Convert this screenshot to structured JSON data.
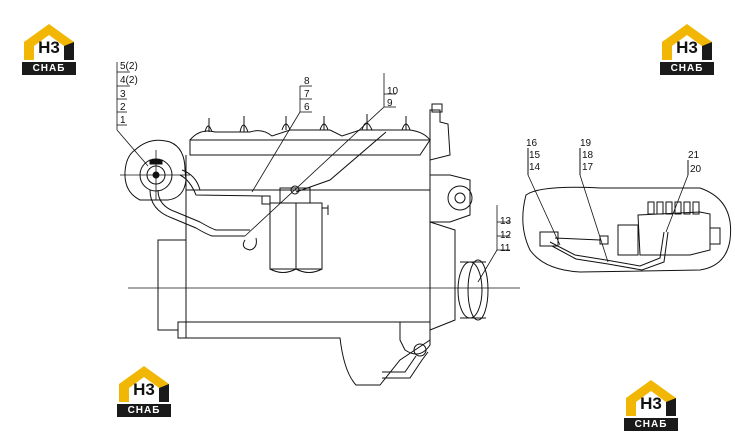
{
  "logo": {
    "mark": "H3",
    "brand": "CHAБ",
    "accent": "#f2b705",
    "dark": "#1a1a1a"
  },
  "callouts": {
    "left_stack": [
      "5(2)",
      "4(2)",
      "3",
      "2",
      "1"
    ],
    "top_mid": [
      "8",
      "7",
      "6"
    ],
    "top_right": [
      "10",
      "9"
    ],
    "right_stack": [
      "13",
      "12",
      "11"
    ],
    "detail_a": [
      "16",
      "15",
      "14"
    ],
    "detail_b": [
      "19",
      "18",
      "17"
    ],
    "detail_c": [
      "21",
      "20"
    ]
  },
  "colors": {
    "line": "#111111",
    "background": "#ffffff"
  }
}
